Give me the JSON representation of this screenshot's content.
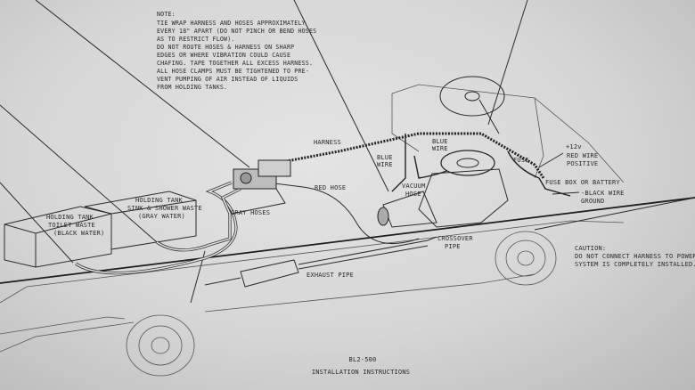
{
  "notes": {
    "heading": "NOTE:",
    "lines": [
      "TIE WRAP HARNESS AND HOSES APPROXIMATELY",
      "EVERY 18\" APART (DO NOT PINCH OR BEND HOSES",
      "AS TO RESTRICT FLOW).",
      "DO NOT ROUTE HOSES & HARNESS ON SHARP",
      "EDGES OR WHERE VIBRATION COULD CAUSE",
      "CHAFING.  TAPE TOGETHER ALL EXCESS HARNESS.",
      "ALL HOSE CLAMPS MUST BE TIGHTENED TO PRE-",
      "VENT PUMPING OF AIR INSTEAD OF LIQUIDS",
      "FROM HOLDING TANKS."
    ]
  },
  "labels": {
    "harness": "HARNESS",
    "blue_wire_left": [
      "BLUE",
      "WIRE"
    ],
    "blue_wire_right": [
      "BLUE",
      "WIRE"
    ],
    "vacuum_hose": [
      "VACUUM",
      "HOSE"
    ],
    "red_hose": "RED HOSE",
    "gray_hoses": "GRAY HOSES",
    "crossover_pipe": [
      "CROSSOVER",
      "PIPE"
    ],
    "exhaust_pipe": "EXHAUST PIPE",
    "fuse": "FUSE",
    "plus12v": "+12v",
    "red_wire": [
      "RED WIRE",
      "POSITIVE"
    ],
    "fuse_box": "FUSE BOX OR BATTERY",
    "black_wire": [
      "-BLACK WIRE",
      "GROUND"
    ],
    "tank_black": [
      "HOLDING TANK",
      "TOILET WASTE",
      "(BLACK WATER)"
    ],
    "tank_gray": [
      "HOLDING TANK",
      "SINK & SHOWER WASTE",
      "(GRAY WATER)"
    ]
  },
  "caution": {
    "heading": "CAUTION:",
    "lines": [
      "DO NOT CONNECT HARNESS TO POWER UNTIL",
      "SYSTEM IS COMPLETELY INSTALLED."
    ]
  },
  "footer": {
    "model": "BL2-500",
    "title": "INSTALLATION INSTRUCTIONS"
  }
}
